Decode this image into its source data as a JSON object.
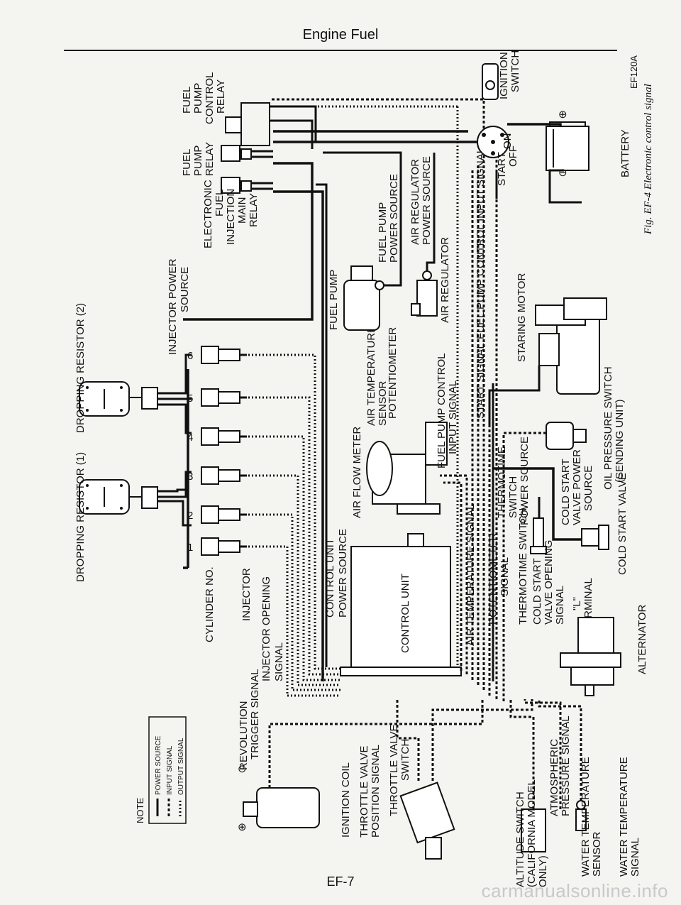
{
  "page": {
    "header": "Engine Fuel",
    "footer": "EF-7",
    "watermark": "carmanualsonline.info"
  },
  "figure": {
    "code": "EF120A",
    "caption": "Fig. EF-4 Electronic control signal"
  },
  "legend": {
    "title": "NOTE",
    "items": [
      {
        "style": "solid",
        "label": "POWER SOURCE"
      },
      {
        "style": "dashed",
        "label": "INPUT SIGNAL"
      },
      {
        "style": "dotted",
        "label": "OUTPUT SIGNAL"
      }
    ]
  },
  "labels": {
    "dropping_resistor_1": "DROPPING RESISTOR (1)",
    "dropping_resistor_2": "DROPPING RESISTOR (2)",
    "cylinder_no": "CYLINDER NO.",
    "injector": "INJECTOR",
    "injector_opening_signal_1": "INJECTOR OPENING",
    "injector_opening_signal_2": "SIGNAL",
    "injector_power_source_1": "INJECTOR POWER",
    "injector_power_source_2": "SOURCE",
    "control_unit_power_source_1": "CONTROL UNIT",
    "control_unit_power_source_2": "POWER SOURCE",
    "control_unit": "CONTROL UNIT",
    "air_flow_meter": "AIR FLOW METER",
    "air_temp_sensor_1": "AIR TEMPERATURE",
    "air_temp_sensor_2": "SENSOR",
    "potentiometer": "POTENTIOMETER",
    "fuel_pump": "FUEL PUMP",
    "fuel_pump_power_source_1": "FUEL PUMP",
    "fuel_pump_power_source_2": "POWER SOURCE",
    "air_regulator_power_source_1": "AIR REGULATOR",
    "air_regulator_power_source_2": "POWER SOURCE",
    "air_regulator": "AIR REGULATOR",
    "fuel_pump_control_input_1": "FUEL PUMP CONTROL",
    "fuel_pump_control_input_2": "INPUT SIGNAL",
    "start_signal": "START SIGNAL",
    "fuel_pump_control_input_signal": "FUEL PUMP CONTROL INPUT SIGNAL",
    "air_temperature_signal": "AIR TEMPERATURE SIGNAL",
    "potentiometer_signal_1": "POTENTIOMETER",
    "potentiometer_signal_2": "SIGNAL",
    "thermotime_switch_signal": "THERMOTIME SWITCH",
    "cold_start_valve_opening_1": "COLD START",
    "cold_start_valve_opening_2": "VALVE OPENING",
    "cold_start_valve_opening_3": "SIGNAL",
    "l_terminal_1": "\"L\"",
    "l_terminal_2": "TERMINAL",
    "alternator": "ALTERNATOR",
    "cold_start_valve": "COLD START VALVE",
    "oil_pressure_switch_1": "OIL PRESSURE SWITCH",
    "oil_pressure_switch_2": "(SENDING UNIT)",
    "cold_start_valve_power_1": "COLD START",
    "cold_start_valve_power_2": "VALVE POWER",
    "cold_start_valve_power_3": "SOURCE",
    "thermotime_switch_power_1": "THERMOTIME",
    "thermotime_switch_power_2": "SWITCH",
    "thermotime_switch_power_3": "POWER SOURCE",
    "starting_motor": "STARING MOTOR",
    "efi_main_relay_1": "ELECTRONIC",
    "efi_main_relay_2": "FUEL",
    "efi_main_relay_3": "INJECTION",
    "efi_main_relay_4": "MAIN",
    "efi_main_relay_5": "RELAY",
    "fuel_pump_relay_1": "FUEL",
    "fuel_pump_relay_2": "PUMP",
    "fuel_pump_relay_3": "RELAY",
    "fuel_pump_control_relay_1": "FUEL",
    "fuel_pump_control_relay_2": "PUMP",
    "fuel_pump_control_relay_3": "CONTROL",
    "fuel_pump_control_relay_4": "RELAY",
    "ignition_switch_1": "IGNITION",
    "ignition_switch_2": "SWITCH",
    "sw_on": "ON",
    "sw_off": "OFF",
    "sw_start": "START",
    "battery": "BATTERY",
    "revolution_trigger_1": "REVOLUTION",
    "revolution_trigger_2": "TRIGGER SIGNAL",
    "ignition_coil": "IGNITION COIL",
    "throttle_valve_position_1": "THROTTLE VALVE",
    "throttle_valve_position_2": "POSITION SIGNAL",
    "throttle_valve_switch_1": "THROTTLE VALVE",
    "throttle_valve_switch_2": "SWITCH",
    "altitude_switch_1": "ALTITUDE SWITCH",
    "altitude_switch_2": "(CALIFORNIA MODEL",
    "altitude_switch_3": "ONLY)",
    "atmospheric_pressure_1": "ATMOSPHERIC",
    "atmospheric_pressure_2": "PRESSURE SIGNAL",
    "water_temp_sensor_1": "WATER TEMPERATURE",
    "water_temp_sensor_2": "SENSOR",
    "water_temp_signal_1": "WATER TEMPERATURE",
    "water_temp_signal_2": "SIGNAL",
    "plus": "⊕",
    "minus": "⊖"
  },
  "cylinders": [
    "1",
    "2",
    "3",
    "4",
    "5",
    "6"
  ]
}
